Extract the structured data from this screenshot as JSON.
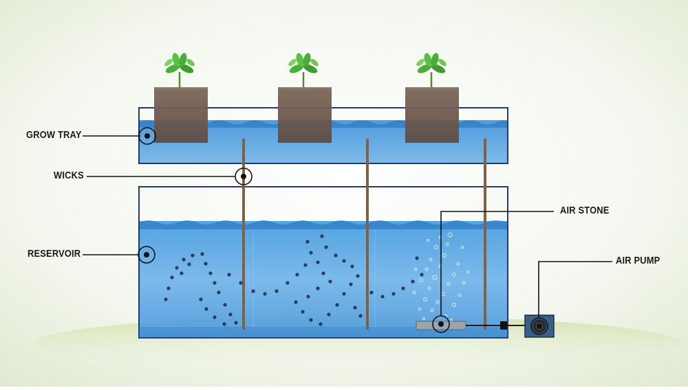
{
  "labels": {
    "grow_tray": "GROW TRAY",
    "wicks": "WICKS",
    "reservoir": "RESERVOIR",
    "air_stone": "AIR STONE",
    "air_pump": "AIR PUMP"
  },
  "colors": {
    "water": "#3d8fd6",
    "water_light": "#8fc7ef",
    "tank_border": "#1f3a73",
    "pot": "#6e5a50",
    "wick": "#8a6b4a",
    "leaf": "#4caf3a",
    "callout": "#111111",
    "background": "#eef3e6"
  },
  "icons": [
    "seedling-icon",
    "pot-icon",
    "wick-icon",
    "air-stone-icon",
    "air-pump-icon"
  ]
}
